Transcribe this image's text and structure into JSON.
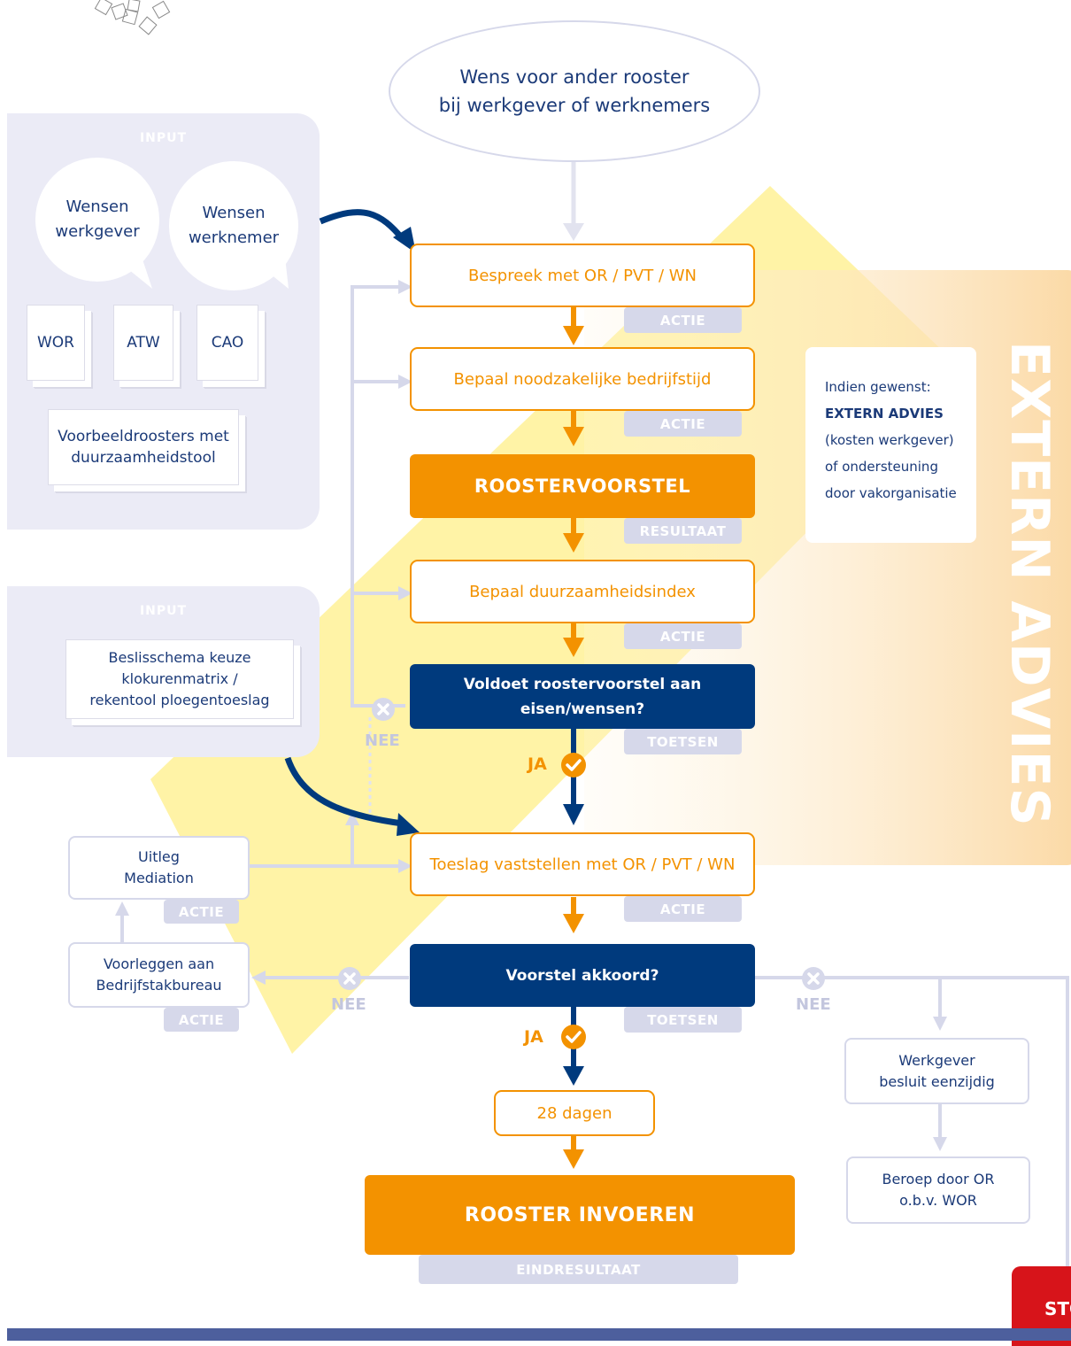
{
  "start": {
    "line1": "Wens voor ander rooster",
    "line2": "bij werkgever of werknemers"
  },
  "input_panel_1": {
    "title": "INPUT",
    "bubble_employer": {
      "line1": "Wensen",
      "line2": "werkgever"
    },
    "bubble_employee": {
      "line1": "Wensen",
      "line2": "werknemer"
    },
    "docs": [
      "WOR",
      "ATW",
      "CAO"
    ],
    "example": {
      "line1": "Voorbeeldroosters met",
      "line2": "duurzaamheidstool"
    }
  },
  "input_panel_2": {
    "title": "INPUT",
    "doc": {
      "line1": "Beslisschema keuze",
      "line2": "klokurenmatrix /",
      "line3": "rekentool ploegentoeslag"
    }
  },
  "steps": {
    "bespreek": "Bespreek met OR / PVT / WN",
    "bepaal_tijd": "Bepaal noodzakelijke bedrijfstijd",
    "roostervoorstel": "ROOSTERVOORSTEL",
    "bepaal_index": "Bepaal duurzaamheidsindex",
    "voldoet": {
      "line1": "Voldoet roostervoorstel aan",
      "line2": "eisen/wensen?"
    },
    "toeslag": "Toeslag vaststellen met OR / PVT / WN",
    "akkoord": "Voorstel akkoord?",
    "dagen": "28 dagen",
    "invoeren": "ROOSTER INVOEREN"
  },
  "tags": {
    "actie": "ACTIE",
    "resultaat": "RESULTAAT",
    "toetsen": "TOETSEN",
    "eindresultaat": "EINDRESULTAAT"
  },
  "labels": {
    "ja": "JA",
    "nee": "NEE"
  },
  "side": {
    "uitleg": {
      "line1": "Uitleg",
      "line2": "Mediation"
    },
    "voorleggen": {
      "line1": "Voorleggen aan",
      "line2": "Bedrijfstakbureau"
    },
    "werkgever": {
      "line1": "Werkgever",
      "line2": "besluit eenzijdig"
    },
    "beroep": {
      "line1": "Beroep door OR",
      "line2": "o.b.v. WOR"
    }
  },
  "extern": {
    "vertical_title": "EXTERN ADVIES",
    "line1": "Indien gewenst:",
    "line2": "EXTERN ADVIES",
    "line3": "(kosten werkgever)",
    "line4": "of ondersteuning",
    "line5": "door vakorganisatie"
  },
  "stop": "STOP",
  "colors": {
    "orange": "#f39200",
    "navy": "#003a7d",
    "lavender": "#d6d8ea",
    "panel": "#ebebf6",
    "stop_red": "#d7141a",
    "footer": "#4d5f9d",
    "watermark": "#fff3a6"
  }
}
